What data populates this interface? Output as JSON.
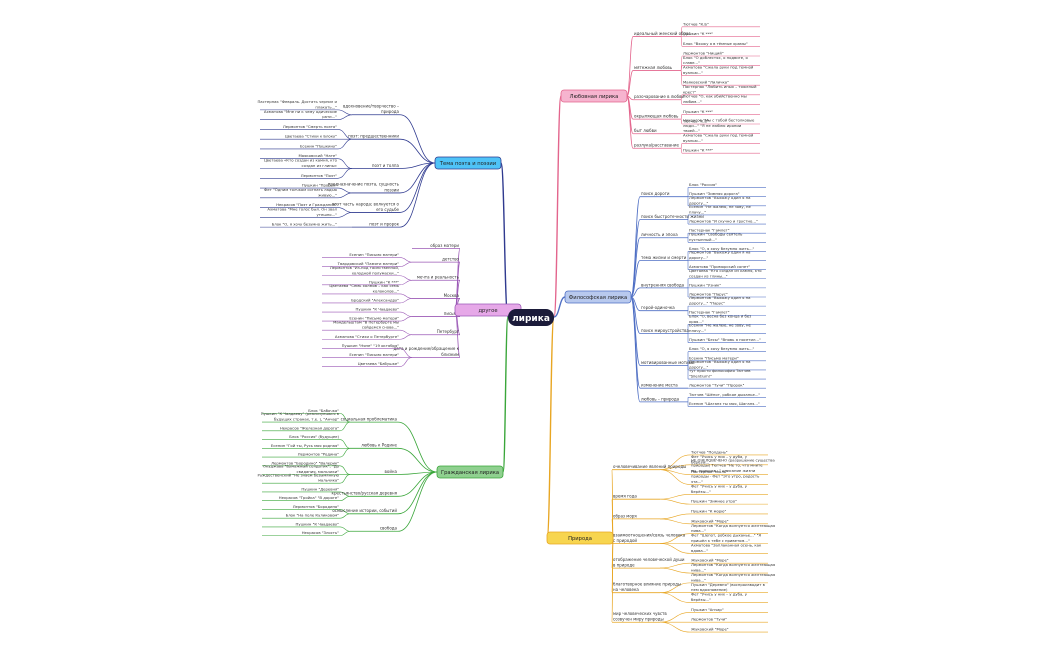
{
  "center": "лирика",
  "branches": [
    {
      "id": "love",
      "label": "Любовная лирика",
      "color": "#e3658d",
      "fill": "#f6b4cf",
      "side": "right",
      "topics": [
        {
          "label": "идеальный женский образ",
          "leaves": [
            "Тютчев \"К.Б\"",
            "Пушкин \"К ***\"",
            "Блок \"Вхожу я в тёмные храмы\""
          ]
        },
        {
          "label": "мятежная любовь",
          "leaves": [
            "Лермонтов \"Нищий\"",
            "Блок \"О доблестях, о подвиге, о славе...\"",
            "Ахматова \"Сжала руки под тёмной вуалью...\"",
            "Маяковский \"Лиличка\""
          ]
        },
        {
          "label": "разочарование в любви",
          "leaves": [
            "Пастернак \"Любить иных – тяжелый крест\"",
            "Тютчев \"О, как убийственно мы любим...\""
          ]
        },
        {
          "label": "окрыляющая любовь",
          "leaves": [
            "Пушкин \"К ***\"",
            "Тютчев \"К.Б\""
          ]
        },
        {
          "label": "быт любви",
          "leaves": [
            "Некрасов \"Мы с тобой бестолковые люди...\" \"Я не люблю иронии твоей...\""
          ]
        },
        {
          "label": "разлука/расставание",
          "leaves": [
            "Ахматова \"Сжала руки под тёмной вуалью...\"",
            "Пушкин \"К ***\""
          ]
        }
      ]
    },
    {
      "id": "philo",
      "label": "Философская лирика",
      "color": "#4f6fc4",
      "fill": "#b8c9ee",
      "side": "right",
      "topics": [
        {
          "label": "поиск дороги",
          "leaves": [
            "Блок \"Россия\"",
            "Пушкин \"Зимняя дорога\"",
            "Лермонтов \"Выхожу один я на дорогу...\""
          ]
        },
        {
          "label": "поиск быстротечности жизни",
          "leaves": [
            "Есенин \"Не жалею, не зову, не плачу...\"",
            "Лермонтов \"И скучно и грустно...\""
          ]
        },
        {
          "label": "личность и эпоха",
          "leaves": [
            "Пастернак \"Гамлет\"",
            "Пушкин \"Свободы сеятель пустынный...\""
          ]
        },
        {
          "label": "тема жизни и смерти",
          "leaves": [
            "Блок \"О, я хочу безумно жить...\"",
            "Лермонтов \"Выхожу один я на дорогу...\"",
            "Ахматова \"Приморский сонет\""
          ]
        },
        {
          "label": "внутренняя свобода",
          "leaves": [
            "Цветаева \"Кто создан из камня, кто создан из глины...\"",
            "Пушкин \"Узник\"",
            "Лермонтов \"Парус\""
          ]
        },
        {
          "label": "герой-одиночка",
          "leaves": [
            "Лермонтов \"Выхожу один я на дорогу...\" \"Парус\"",
            "Пастернак \"Гамлет\""
          ]
        },
        {
          "label": "поиск мироустройства",
          "leaves": [
            "Блок \"О, весна без конца и без края...\"",
            "Есенин \"Не жалею, не зову, не плачу...\"",
            "Пушкин \"Бесы\" \"Вновь я посетил...\""
          ]
        },
        {
          "label": "мотивированные мотивы",
          "leaves": [
            "Блок \"О, я хочу безумно жить...\"",
            "Есенин \"Письмо матери\"",
            "Лермонтов \"Выхожу один я на дорогу...\"",
            "тут просто философия Тютчев \"Silentium!\""
          ]
        },
        {
          "label": "изменение места",
          "leaves": [
            "Лермонтов \"Тучи\" \"Пророк\""
          ]
        },
        {
          "label": "любовь – природа",
          "leaves": [
            "Тютчев \"Шёпот, робкое дыханье...\"",
            "Есенин \"Шаганэ ты моя, Шаганэ...\""
          ]
        }
      ]
    },
    {
      "id": "nature",
      "label": "Природа",
      "color": "#e8a623",
      "fill": "#f7d54f",
      "side": "right",
      "topics": [
        {
          "label": "очеловечивание явлений природы",
          "leaves": [
            "Тютчев \"Полдень\"",
            "Фет \"Учись у них – у дуба, у берёзы...\"",
            "Пастернак \"Июль\"",
            "НЕ ОЧЕЛОВЕЧЕНО (разрушение существа природы) Тютчев \"Не то, что мните вы, природа...\" описание жизни природы · Фет \"Это утро, радость эта...\""
          ]
        },
        {
          "label": "время года",
          "leaves": [
            "Фет \"Учись у них – у дуба, у берёзы...\"",
            "Пушкин \"Зимнее утро\""
          ]
        },
        {
          "label": "образ моря",
          "leaves": [
            "Пушкин \"К морю\"",
            "Жуковский \"Море\""
          ]
        },
        {
          "label": "взаимоотношения/связь человека с природой",
          "leaves": [
            "Лермонтов \"Когда волнуется желтеющая нива...\"",
            "Фет \"Шёпот, робкое дыханье...\" \"Я пришёл к тебе с приветом...\"",
            "Ахматова \"Заплаканная осень, как вдова...\""
          ]
        },
        {
          "label": "отображение человеческой души в природе",
          "leaves": [
            "Жуковский \"Море\"",
            "Лермонтов \"Когда волнуется желтеющая нива...\""
          ]
        },
        {
          "label": "благотворное влияние природы на человека",
          "leaves": [
            "Лермонтов \"Когда волнуется желтеющая нива...\"",
            "Пушкин \"Деревня\" (воспроизводит в нем вдохновение)",
            "Фет \"Учись у них – у дуба, у берёзы...\""
          ]
        },
        {
          "label": "мир человеческих чувств созвучен миру природы",
          "leaves": [
            "Пушкин \"Анчар\"",
            "Лермонтов \"Тучи\"",
            "Жуковский \"Море\""
          ]
        }
      ]
    },
    {
      "id": "poet",
      "label": "Тема поэта и поэзии",
      "color": "#2f3a8f",
      "fill": "#4fc3f7",
      "side": "left",
      "topics": [
        {
          "label": "вдохновение/творчество – природа",
          "leaves": [
            "Пастернак \"Февраль. Достать чернил и плакать...\"",
            "Ахматова \"Мне ни к чему одические рати...\""
          ]
        },
        {
          "label": "поэт: предшественники",
          "leaves": [
            "Лермонтов \"Смерть поэта\"",
            "Цветаева \"Стихи к Блоку\"",
            "Есенин \"Пушкину\""
          ]
        },
        {
          "label": "поэт и толпа",
          "leaves": [
            "Маяковский \"Нате\"",
            "Цветаева «Кто создан из камня, кто создан из глины»",
            "Лермонтов \"Поэт\""
          ]
        },
        {
          "label": "предназначение поэта, сущность поэзии",
          "leaves": [
            "Пушкин \"Пророк\"",
            "Фет \"Одним толчком согнать ладью живую...\""
          ]
        },
        {
          "label": "поэт часть народа; волнуется о его судьбе",
          "leaves": [
            "Некрасов \"Поэт и Гражданин\"",
            "Ахматова \"Мне голос был. Он звал утешно...\""
          ]
        },
        {
          "label": "поэт и пророк",
          "leaves": [
            "Блок \"О, я хочу безумно жить...\""
          ]
        }
      ]
    },
    {
      "id": "other",
      "label": "другое",
      "color": "#9b59b6",
      "fill": "#e6a8e8",
      "side": "left",
      "topics": [
        {
          "label": "образ матери",
          "leaves": []
        },
        {
          "label": "детство",
          "leaves": [
            "Есенин \"Письмо матери\"",
            "Твардовский \"Памяти матери\""
          ]
        },
        {
          "label": "мечта и реальность",
          "leaves": [
            "Лермонтов \"Из-под таинственной, холодной полумаски...\"",
            "Пушкин \"К ***\""
          ]
        },
        {
          "label": "Москва",
          "leaves": [
            "Цветаева \"Семь холмов – как семь колоколов...\"",
            "Бродский \"Александру\""
          ]
        },
        {
          "label": "письмо",
          "leaves": [
            "Пушкин \"К Чаадаеву\"",
            "Есенин \"Письмо матери\""
          ]
        },
        {
          "label": "Петербург",
          "leaves": [
            "Мандельштам \"В Петербурге мы сойдемся снова...\"",
            "Ахматова \"Стихи о Петербурге\""
          ]
        },
        {
          "label": "дата и рождение/обращение к близким",
          "leaves": [
            "Пушкин \"Няне\" \"19 октября\"",
            "Есенин \"Письмо матери\"",
            "Цветаева \"Бабушке\""
          ]
        }
      ]
    },
    {
      "id": "civil",
      "label": "Гражданская лирика",
      "color": "#3aa63a",
      "fill": "#8fd08f",
      "side": "left",
      "topics": [
        {
          "label": "социальная проблематика",
          "leaves": [
            "Блок \"Бабочка\"",
            "Пушкин \"К Чаадаеву\" (реализуешься в будущих странах, т.е. ), \"Анчар\"",
            "Некрасов \"Железная дорога\""
          ]
        },
        {
          "label": "любовь к Родине",
          "leaves": [
            "Блок \"Россия\" (будущее)",
            "Есенин \"Гой ты, Русь моя родная\"",
            "Лермонтов \"Родина\""
          ]
        },
        {
          "label": "война",
          "leaves": [
            "Лермонтов \"Бородино\" \"Валерик\"",
            "Окуджава \"Бумажный солдатик\", \"До свидания, мальчики\"",
            "Рождественский \"Не знаем безымянную мальчика\""
          ]
        },
        {
          "label": "крестьянство/русская деревня",
          "leaves": [
            "Пушкин \"Деревня\"",
            "Некрасов \"Тройка\" \"В дороге\""
          ]
        },
        {
          "label": "осмысление истории, событий",
          "leaves": [
            "Лермонтов \"Бородино\"",
            "Блок \"На поле Куликовом\""
          ]
        },
        {
          "label": "свобода",
          "leaves": [
            "Пушкин \"К Чаадаеву\"",
            "Некрасов \"Злость\""
          ]
        }
      ]
    }
  ]
}
